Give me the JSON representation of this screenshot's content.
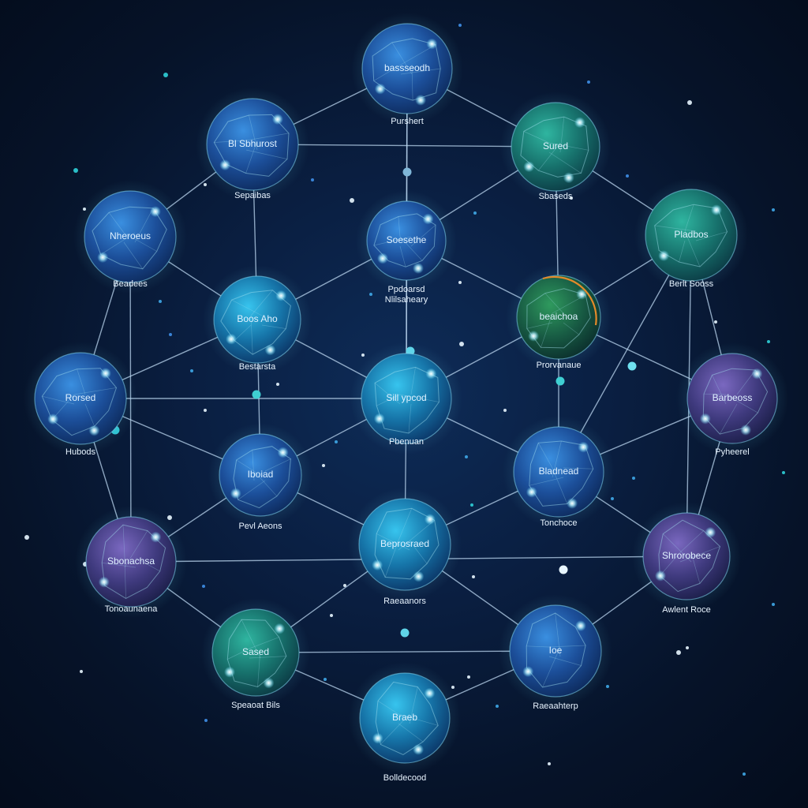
{
  "colors": {
    "background": "#07142a",
    "edge": "#b9d4ee",
    "orb_blue": "#1f63b8",
    "orb_teal": "#1a8a7e",
    "orb_cyan": "#1aa6d6",
    "orb_purple": "#5a4a96",
    "orb_green": "#1c6a4a",
    "accent_orange": "#e48a2a",
    "junction": "#3fb6c8",
    "caption_text": "#e8f4ff"
  },
  "nodes": [
    {
      "id": "n1",
      "label": "bassseodh",
      "caption": "Purshert",
      "style": "blue"
    },
    {
      "id": "n2",
      "label": "Bl Sbhurost",
      "caption": "Sepaibas",
      "style": "blue"
    },
    {
      "id": "n3",
      "label": "Sured",
      "caption": "Sbaseds",
      "style": "teal"
    },
    {
      "id": "n4",
      "label": "Nheroeus",
      "caption": "Beadees",
      "style": "blue"
    },
    {
      "id": "n5",
      "label": "Soesethe",
      "caption": "Ppdoarsd Nlilsaheary",
      "style": "blue"
    },
    {
      "id": "n6",
      "label": "Pladbos",
      "caption": "Berlt Sooss",
      "style": "teal"
    },
    {
      "id": "n7",
      "label": "Boos Aho",
      "caption": "Bestarsta",
      "style": "cyan"
    },
    {
      "id": "n8",
      "label": "beaichoa",
      "caption": "Prorvanaue",
      "style": "green"
    },
    {
      "id": "n9",
      "label": "Rorsed",
      "caption": "Hubods",
      "style": "blue"
    },
    {
      "id": "n10",
      "label": "Sill ypcod",
      "caption": "Pbenuan",
      "style": "cyan"
    },
    {
      "id": "n11",
      "label": "Barbeoss",
      "caption": "Pyheerel",
      "style": "purple"
    },
    {
      "id": "n12",
      "label": "Iboiad",
      "caption": "Pevl Aeons",
      "style": "blue"
    },
    {
      "id": "n13",
      "label": "Bladnead",
      "caption": "Tonchoce",
      "style": "blue"
    },
    {
      "id": "n14",
      "label": "Sbonachsa",
      "caption": "Tonoaunaena",
      "style": "purple"
    },
    {
      "id": "n15",
      "label": "Beprosraed",
      "caption": "Raeaanors",
      "style": "cyan"
    },
    {
      "id": "n16",
      "label": "Shrorobece",
      "caption": "Awlent Roce",
      "style": "purple"
    },
    {
      "id": "n17",
      "label": "Sased",
      "caption": "Speaoat Bils",
      "style": "teal"
    },
    {
      "id": "n18",
      "label": "Ioe",
      "caption": "Raeaahterp",
      "style": "blue"
    },
    {
      "id": "n19",
      "label": "Braeb",
      "caption": "Bolldecood",
      "style": "cyan"
    }
  ]
}
